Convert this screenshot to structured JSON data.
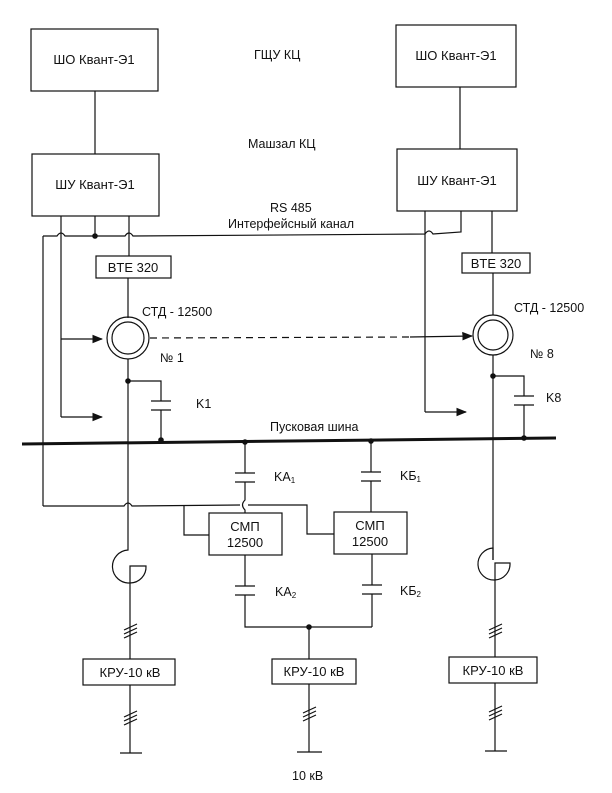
{
  "diagram": {
    "header_labels": {
      "control_room": "ГЩУ КЦ",
      "machine_hall": "Машзал КЦ",
      "interface": "RS 485",
      "interface_channel": "Интерфейсный канал",
      "start_bus": "Пусковая шина",
      "voltage": "10 кВ"
    },
    "units": {
      "left": {
        "operator_panel": "ШО Квант-Э1",
        "control_panel": "ШУ Квант-Э1",
        "exciter": "BTE 320",
        "motor": "СТД - 12500",
        "motor_number": "№ 1",
        "contactor": "K1",
        "switchgear": "КРУ-10 кВ"
      },
      "right": {
        "operator_panel": "ШО Квант-Э1",
        "control_panel": "ШУ Квант-Э1",
        "exciter": "BTE 320",
        "motor": "СТД - 12500",
        "motor_number": "№ 8",
        "contactor": "K8",
        "switchgear": "КРУ-10 кВ"
      }
    },
    "soft_starters": {
      "a": {
        "line1": "СМП",
        "line2": "12500",
        "k_top": "KA",
        "k_top_sub": "1",
        "k_bottom": "KA",
        "k_bottom_sub": "2"
      },
      "b": {
        "line1": "СМП",
        "line2": "12500",
        "k_top": "KБ",
        "k_top_sub": "1",
        "k_bottom": "KБ",
        "k_bottom_sub": "2"
      }
    },
    "center_switchgear": "КРУ-10 кВ"
  }
}
